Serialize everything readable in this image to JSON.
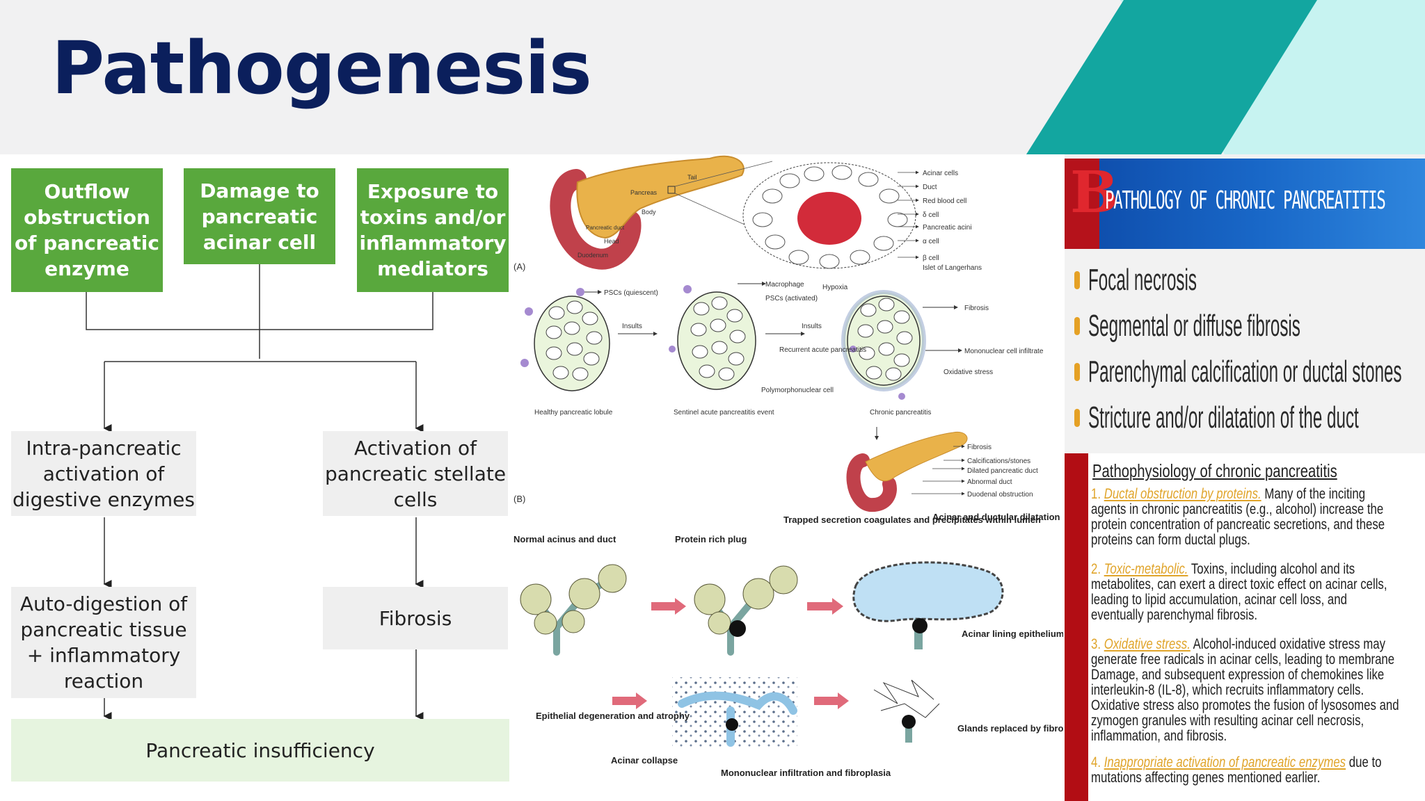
{
  "page_title": "Pathogenesis",
  "colors": {
    "title": "#0b1f5c",
    "green": "#59a83d",
    "teal": "#13a6a0",
    "light_teal": "#c7f3f1"
  },
  "flow": {
    "causes": [
      "Outflow obstruction of pancreatic enzyme",
      "Damage to pancreatic acinar cell",
      "Exposure to toxins and/or inflammatory mediators"
    ],
    "intra": "Intra-pancreatic activation of digestive enzymes",
    "stellate": "Activation of pancreatic stellate cells",
    "autodigestion": "Auto-digestion of pancreatic tissue + inflammatory reaction",
    "fibrosis": "Fibrosis",
    "result": "Pancreatic insufficiency"
  },
  "figure": {
    "panel_a": "(A)",
    "panel_b": "(B)",
    "anatomy": [
      "Pancreas",
      "Tail",
      "Body",
      "Head",
      "Duodenum",
      "Pancreatic duct"
    ],
    "islet_legend": [
      "Acinar cells",
      "Duct",
      "Red blood cell",
      "δ cell",
      "Pancreatic acini",
      "α cell",
      "β cell",
      "Islet of Langerhans"
    ],
    "psc_quiescent": "PSCs (quiescent)",
    "macrophage": "Macrophage",
    "psc_activated": "PSCs (activated)",
    "hypoxia": "Hypoxia",
    "insults": "Insults",
    "recurrent": "Recurrent acute pancreatitis",
    "polymorph": "Polymorphonuclear cell",
    "fibrosis": "Fibrosis",
    "mononuclear_infiltrate": "Mononuclear cell infiltrate",
    "oxidative": "Oxidative stress",
    "healthy": "Healthy pancreatic lobule",
    "sentinel": "Sentinel acute pancreatitis event",
    "chronic": "Chronic pancreatitis",
    "chronic_legend": [
      "Fibrosis",
      "Calcifications/stones",
      "Dilated pancreatic duct",
      "Abnormal duct",
      "Duodenal obstruction"
    ],
    "normal_acinus": "Normal acinus and duct",
    "protein_plug": "Protein rich plug",
    "trapped": "Trapped secretion coagulates and precipitates within lumen",
    "acinar_dilatation": "Acinar and ductular dilatation",
    "acinar_lining": "Acinar lining epithelium becomes cuboidal",
    "epithelial": "Epithelial degeneration and atrophy",
    "acinar_collapse": "Acinar collapse",
    "mononuclear_infil": "Mononuclear infiltration and fibroplasia",
    "glands_replaced": "Glands replaced by fibrous scar"
  },
  "right_panel": {
    "badge": "B",
    "heading": "PATHOLOGY OF CHRONIC PANCREATITIS",
    "bullets": [
      "Focal necrosis",
      "Segmental or diffuse fibrosis",
      "Parenchymal calcification or ductal stones",
      "Stricture and/or dilatation of the duct"
    ],
    "phys_title": "Pathophysiology of chronic pancreatitis",
    "items": [
      {
        "num": "1.",
        "key": "Ductal obstruction by proteins.",
        "text": "Many of the inciting agents in chronic pancreatitis (e.g., alcohol) increase the protein concentration of pancreatic secretions, and these proteins can form ductal plugs."
      },
      {
        "num": "2.",
        "key": "Toxic-metabolic.",
        "text": "Toxins, including alcohol and its metabolites, can exert a direct toxic effect on acinar cells, leading to lipid accumulation, acinar cell loss, and eventually parenchymal fibrosis."
      },
      {
        "num": "3.",
        "key": "Oxidative stress.",
        "text": "Alcohol-induced oxidative stress may generate free radicals in acinar cells, leading to membrane Damage, and subsequent expression of chemokines like interleukin-8 (IL-8), which recruits inflammatory cells. Oxidative stress also promotes the fusion of lysosomes and zymogen granules with resulting acinar cell necrosis, inflammation, and fibrosis."
      },
      {
        "num": "4.",
        "key": "Inappropriate activation of pancreatic enzymes",
        "text": "due to mutations affecting genes mentioned earlier."
      }
    ]
  }
}
